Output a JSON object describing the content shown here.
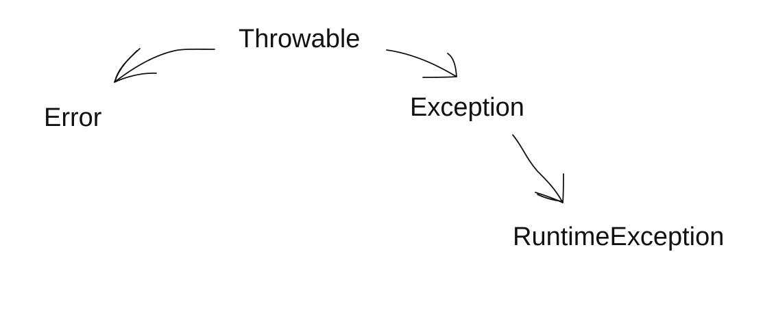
{
  "diagram": {
    "nodes": {
      "throwable": "Throwable",
      "error": "Error",
      "exception": "Exception",
      "runtime_exception": "RuntimeException"
    },
    "edges": [
      {
        "from": "Throwable",
        "to": "Error"
      },
      {
        "from": "Throwable",
        "to": "Exception"
      },
      {
        "from": "Exception",
        "to": "RuntimeException"
      }
    ],
    "stroke_color": "#111111",
    "background_color": "#ffffff"
  }
}
